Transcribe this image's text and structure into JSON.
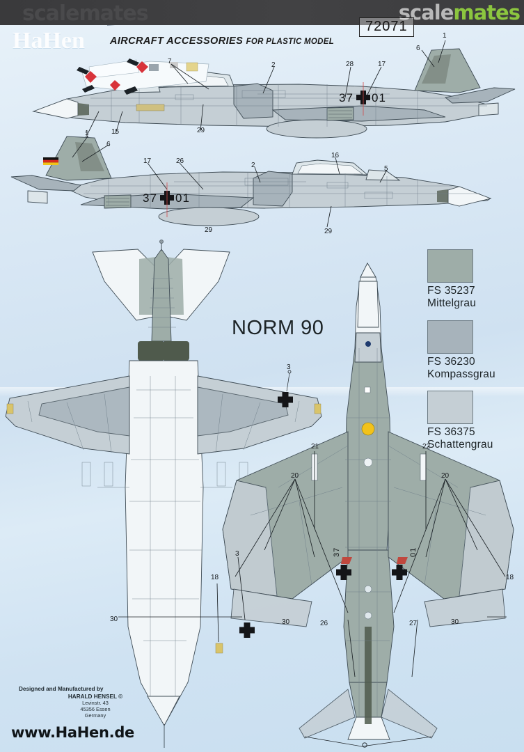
{
  "watermark": {
    "part_a": "scale",
    "part_b": "mates",
    "ghost": "scalemates",
    "green": "#8cc63f"
  },
  "header": {
    "brand": "HaHen",
    "tagline_main": "AIRCRAFT ACCESSORIES",
    "tagline_sub": "FOR PLASTIC MODEL",
    "kit_number": "72071"
  },
  "scheme": {
    "title": "NORM 90"
  },
  "legend": {
    "items": [
      {
        "code": "FS 35237",
        "name": "Mittelgrau",
        "color": "#9eada8"
      },
      {
        "code": "FS 36230",
        "name": "Kompassgrau",
        "color": "#a7b3bb"
      },
      {
        "code": "FS 36375",
        "name": "Schattengrau",
        "color": "#c5cfd5"
      }
    ]
  },
  "aircraft": {
    "registration_left": "37",
    "registration_right": "01",
    "cross_glyph": "+"
  },
  "callouts": {
    "profile_top": [
      "7",
      "2",
      "28",
      "17",
      "6",
      "1",
      "15",
      "29"
    ],
    "profile_bottom": [
      "1",
      "6",
      "17",
      "26",
      "2",
      "16",
      "5",
      "29"
    ],
    "plan_top": [
      "3"
    ],
    "plan_bottom": [
      "21",
      "22",
      "20",
      "20",
      "3",
      "18",
      "18",
      "30",
      "30",
      "26",
      "27",
      "30"
    ]
  },
  "footer": {
    "line0": "Designed and Manufactured by",
    "line1": "HARALD HENSEL ©",
    "line2": "Levinstr. 43",
    "line3": "45356 Essen",
    "line4": "Germany",
    "url": "www.HaHen.de"
  }
}
